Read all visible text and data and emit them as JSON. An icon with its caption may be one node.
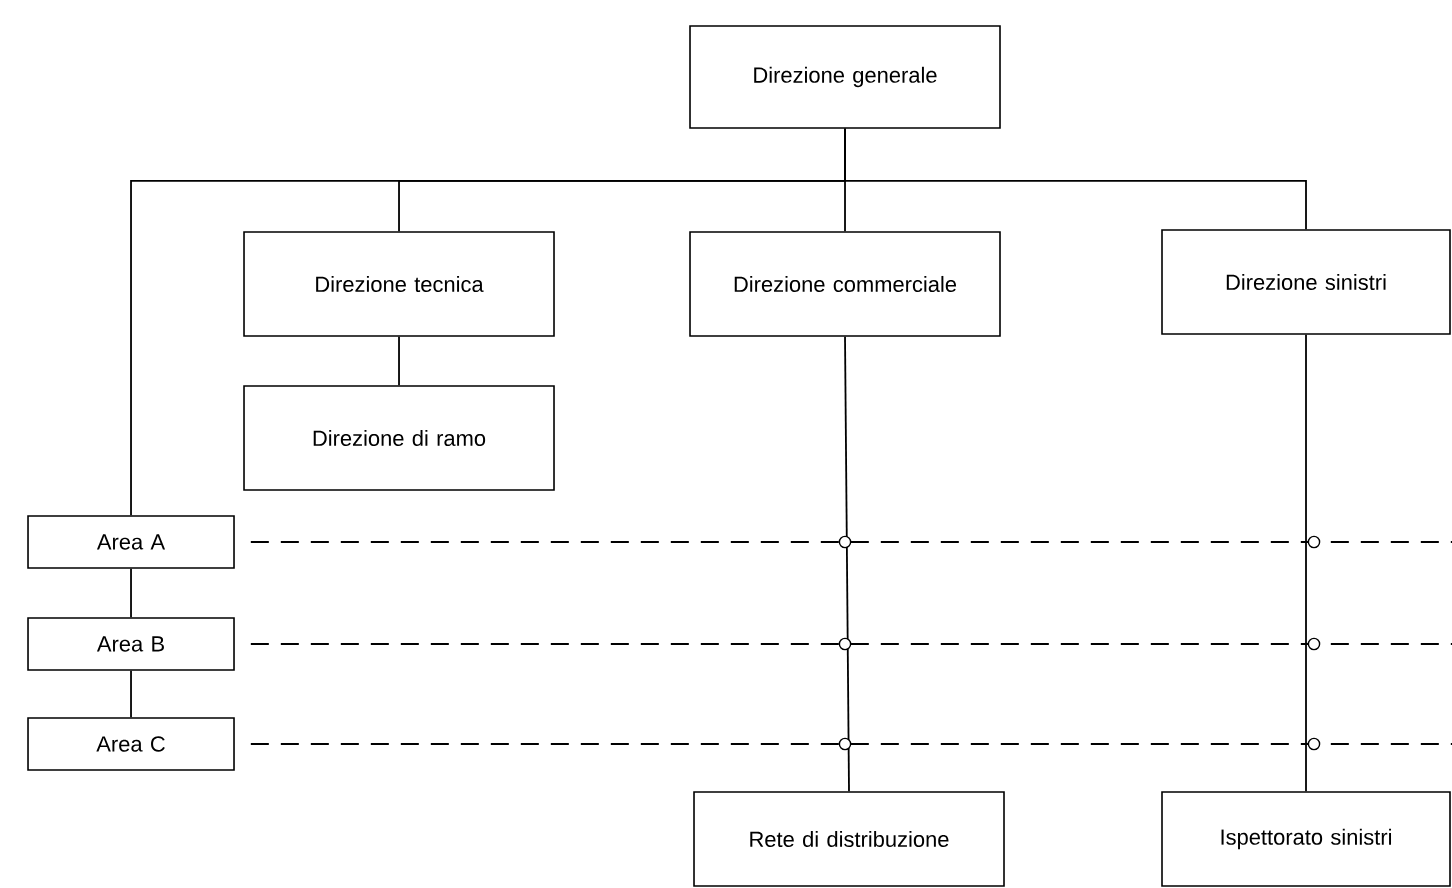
{
  "diagram": {
    "nodes": [
      {
        "text": [
          "Direzione generale"
        ]
      },
      {
        "text": [
          "Direzione tecnica"
        ]
      },
      {
        "text": [
          "Direzione commerciale"
        ]
      },
      {
        "text": [
          "Direzione sinistri"
        ]
      },
      {
        "text": [
          "Direzione di ramo"
        ]
      },
      {
        "text": [
          "Area A"
        ]
      },
      {
        "text": [
          "Area B"
        ]
      },
      {
        "text": [
          "Area C"
        ]
      },
      {
        "text": [
          "Rete di distribuzione"
        ]
      },
      {
        "text": [
          "Ispettorato sinistri"
        ]
      }
    ],
    "edges": [
      {
        "from": 0,
        "to": 1,
        "arrow": "none"
      },
      {
        "from": 0,
        "to": 2,
        "arrow": "none"
      },
      {
        "from": 0,
        "to": 3,
        "arrow": "none"
      },
      {
        "from": 0,
        "to": 5,
        "arrow": "none"
      },
      {
        "from": 1,
        "to": 4,
        "arrow": "none"
      },
      {
        "from": 5,
        "to": 6,
        "arrow": "none"
      },
      {
        "from": 6,
        "to": 7,
        "arrow": "none"
      },
      {
        "from": 2,
        "to": 8,
        "arrow": "none"
      },
      {
        "from": 3,
        "to": 9,
        "arrow": "none"
      },
      {
        "from": 5,
        "to": null,
        "arrow": "none",
        "style": "dashed"
      },
      {
        "from": 6,
        "to": null,
        "arrow": "none",
        "style": "dashed"
      },
      {
        "from": 7,
        "to": null,
        "arrow": "none",
        "style": "dashed"
      }
    ]
  }
}
